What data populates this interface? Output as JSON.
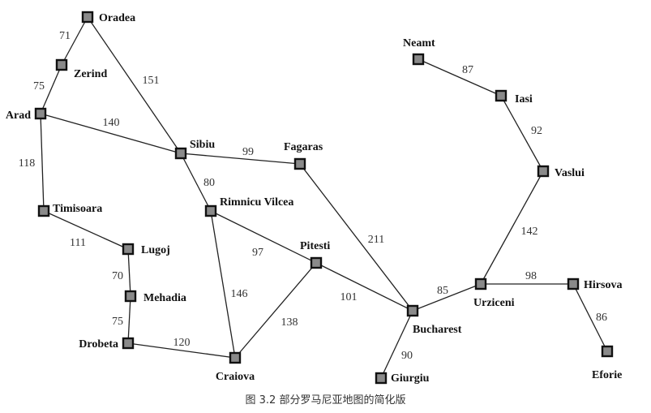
{
  "caption": "图 3.2   部分罗马尼亚地图的简化版",
  "cities": [
    {
      "id": "oradea",
      "label": "Oradea"
    },
    {
      "id": "zerind",
      "label": "Zerind"
    },
    {
      "id": "arad",
      "label": "Arad"
    },
    {
      "id": "sibiu",
      "label": "Sibiu"
    },
    {
      "id": "fagaras",
      "label": "Fagaras"
    },
    {
      "id": "timisoara",
      "label": "Timisoara"
    },
    {
      "id": "rimnicu",
      "label": "Rimnicu Vilcea"
    },
    {
      "id": "lugoj",
      "label": "Lugoj"
    },
    {
      "id": "pitesti",
      "label": "Pitesti"
    },
    {
      "id": "mehadia",
      "label": "Mehadia"
    },
    {
      "id": "drobeta",
      "label": "Drobeta"
    },
    {
      "id": "craiova",
      "label": "Craiova"
    },
    {
      "id": "bucharest",
      "label": "Bucharest"
    },
    {
      "id": "giurgiu",
      "label": "Giurgiu"
    },
    {
      "id": "urziceni",
      "label": "Urziceni"
    },
    {
      "id": "hirsova",
      "label": "Hirsova"
    },
    {
      "id": "eforie",
      "label": "Eforie"
    },
    {
      "id": "vaslui",
      "label": "Vaslui"
    },
    {
      "id": "iasi",
      "label": "Iasi"
    },
    {
      "id": "neamt",
      "label": "Neamt"
    }
  ],
  "roads": [
    {
      "from": "oradea",
      "to": "zerind",
      "distance": "71"
    },
    {
      "from": "zerind",
      "to": "arad",
      "distance": "75"
    },
    {
      "from": "oradea",
      "to": "sibiu",
      "distance": "151"
    },
    {
      "from": "arad",
      "to": "sibiu",
      "distance": "140"
    },
    {
      "from": "arad",
      "to": "timisoara",
      "distance": "118"
    },
    {
      "from": "sibiu",
      "to": "fagaras",
      "distance": "99"
    },
    {
      "from": "sibiu",
      "to": "rimnicu",
      "distance": "80"
    },
    {
      "from": "timisoara",
      "to": "lugoj",
      "distance": "111"
    },
    {
      "from": "lugoj",
      "to": "mehadia",
      "distance": "70"
    },
    {
      "from": "mehadia",
      "to": "drobeta",
      "distance": "75"
    },
    {
      "from": "drobeta",
      "to": "craiova",
      "distance": "120"
    },
    {
      "from": "rimnicu",
      "to": "pitesti",
      "distance": "97"
    },
    {
      "from": "rimnicu",
      "to": "craiova",
      "distance": "146"
    },
    {
      "from": "craiova",
      "to": "pitesti",
      "distance": "138"
    },
    {
      "from": "fagaras",
      "to": "bucharest",
      "distance": "211"
    },
    {
      "from": "pitesti",
      "to": "bucharest",
      "distance": "101"
    },
    {
      "from": "bucharest",
      "to": "giurgiu",
      "distance": "90"
    },
    {
      "from": "bucharest",
      "to": "urziceni",
      "distance": "85"
    },
    {
      "from": "urziceni",
      "to": "hirsova",
      "distance": "98"
    },
    {
      "from": "hirsova",
      "to": "eforie",
      "distance": "86"
    },
    {
      "from": "urziceni",
      "to": "vaslui",
      "distance": "142"
    },
    {
      "from": "vaslui",
      "to": "iasi",
      "distance": "92"
    },
    {
      "from": "iasi",
      "to": "neamt",
      "distance": "87"
    }
  ]
}
